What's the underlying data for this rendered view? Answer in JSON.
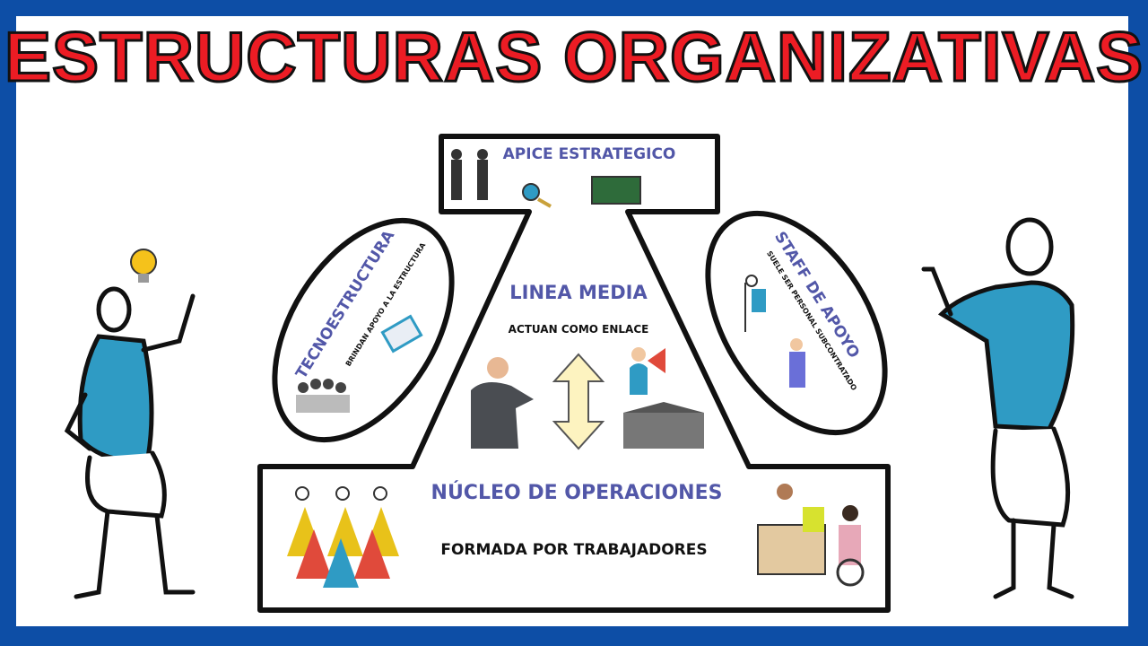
{
  "title": "ESTRUCTURAS ORGANIZATIVAS",
  "apice": {
    "label": "APICE ESTRATEGICO"
  },
  "linea_media": {
    "label": "LINEA MEDIA",
    "description": "ACTUAN COMO ENLACE"
  },
  "nucleo": {
    "label": "NÚCLEO DE OPERACIONES",
    "description": "FORMADA POR TRABAJADORES"
  },
  "tecnoestructura": {
    "label": "TECNOESTRUCTURA",
    "description": "BRINDAN APOYO A LA ESTRUCTURA"
  },
  "staff": {
    "label": "STAFF DE APOYO",
    "description": "SUELE SER PERSONAL SUBCONTRATADO"
  },
  "colors": {
    "border": "#0d4ea6",
    "title": "#ec1c24",
    "label": "#5257a8",
    "figure": "#2f9bc4",
    "arrow": "#fdf3c0"
  }
}
